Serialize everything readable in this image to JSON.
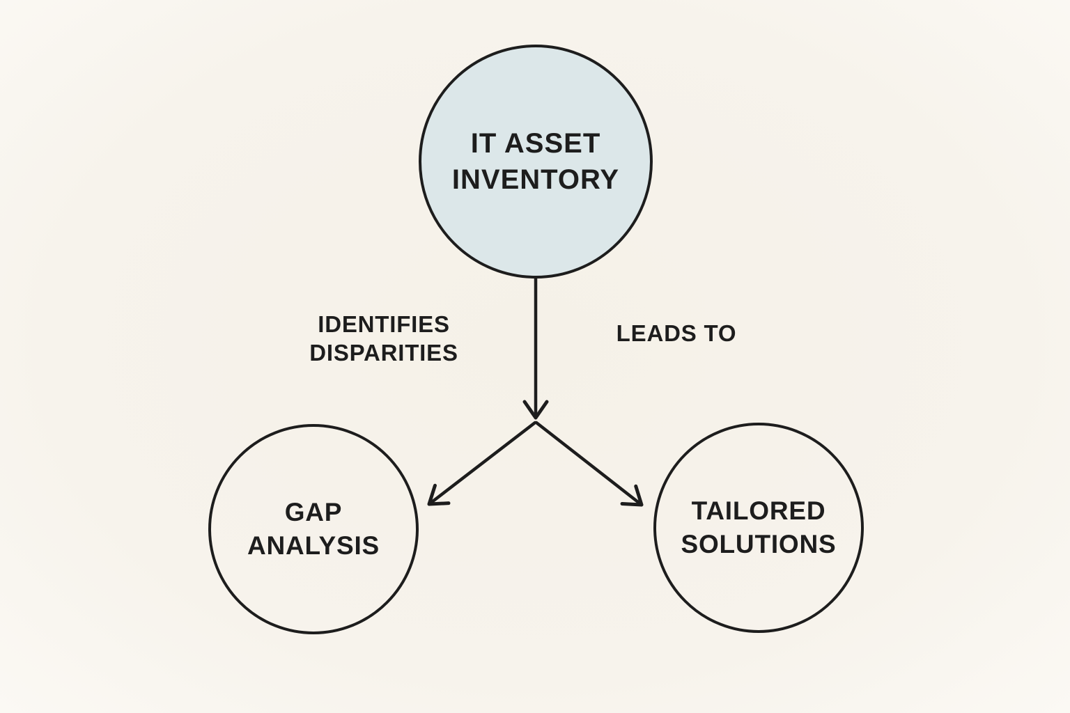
{
  "diagram": {
    "background_color": "#f7f3ec",
    "stroke_color": "#1d1d1d",
    "text_color": "#1d1d1d",
    "nodes": {
      "it_asset_inventory": {
        "lines": [
          "IT ASSET",
          "INVENTORY"
        ],
        "fill": "#dce7e9"
      },
      "gap_analysis": {
        "lines": [
          "GAP",
          "ANALYSIS"
        ],
        "fill": "none"
      },
      "tailored_solutions": {
        "lines": [
          "TAILORED",
          "SOLUTIONS"
        ],
        "fill": "none"
      }
    },
    "edge_labels": {
      "identifies_disparities": {
        "lines": [
          "IDENTIFIES",
          "DISPARITIES"
        ]
      },
      "leads_to": {
        "lines": [
          "LEADS TO"
        ]
      }
    }
  }
}
